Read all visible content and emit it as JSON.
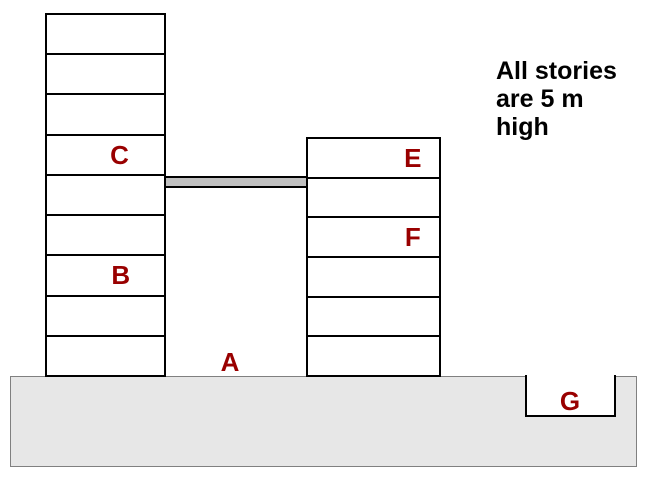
{
  "note": {
    "text": "All stories\nare 5 m\nhigh"
  },
  "ground": {
    "label": "A"
  },
  "pit": {
    "label": "G"
  },
  "buildings": [
    {
      "name": "left-building",
      "stories": 9,
      "labels": [
        {
          "text": "C",
          "story": 3,
          "x_pct": 62
        },
        {
          "text": "B",
          "story": 6,
          "x_pct": 63
        }
      ]
    },
    {
      "name": "right-building",
      "stories": 6,
      "labels": [
        {
          "text": "E",
          "story": 0,
          "x_pct": 80
        },
        {
          "text": "F",
          "story": 2,
          "x_pct": 80
        }
      ]
    }
  ],
  "colors": {
    "label_text": "#990000",
    "note_text": "#000000",
    "building_outline": "#000000",
    "ground_fill": "#e7e7e7",
    "ground_border": "#808080",
    "bridge_fill": "#c0c0c0",
    "pit_fill": "#ffffff"
  }
}
